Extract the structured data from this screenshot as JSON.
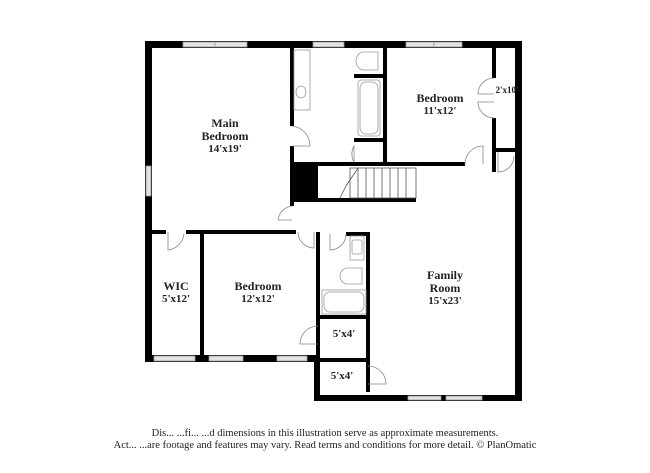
{
  "floorplan": {
    "rooms": [
      {
        "id": "main-bedroom",
        "name_line1": "Main",
        "name_line2": "Bedroom",
        "dimensions": "14'x19'"
      },
      {
        "id": "bedroom-2",
        "name": "Bedroom",
        "dimensions": "11'x12'"
      },
      {
        "id": "closet-2x10",
        "dimensions": "2'x10'"
      },
      {
        "id": "wic",
        "name": "WIC",
        "dimensions": "5'x12'"
      },
      {
        "id": "bedroom-3",
        "name": "Bedroom",
        "dimensions": "12'x12'"
      },
      {
        "id": "closet-a",
        "dimensions": "5'x4'"
      },
      {
        "id": "closet-b",
        "dimensions": "5'x4'"
      },
      {
        "id": "family-room",
        "name_line1": "Family",
        "name_line2": "Room",
        "dimensions": "15'x23'"
      }
    ],
    "colors": {
      "wall": "#000000",
      "window": "#d8d8d8",
      "fixture": "#999999",
      "background": "#ffffff"
    }
  },
  "disclaimer": {
    "line1": "Dis...  ...fi...  ...d dimensions in this illustration serve as approximate measurements.",
    "line2": "Act...  ...are footage and features may vary. Read terms and conditions for more detail. © PlanOmatic"
  }
}
